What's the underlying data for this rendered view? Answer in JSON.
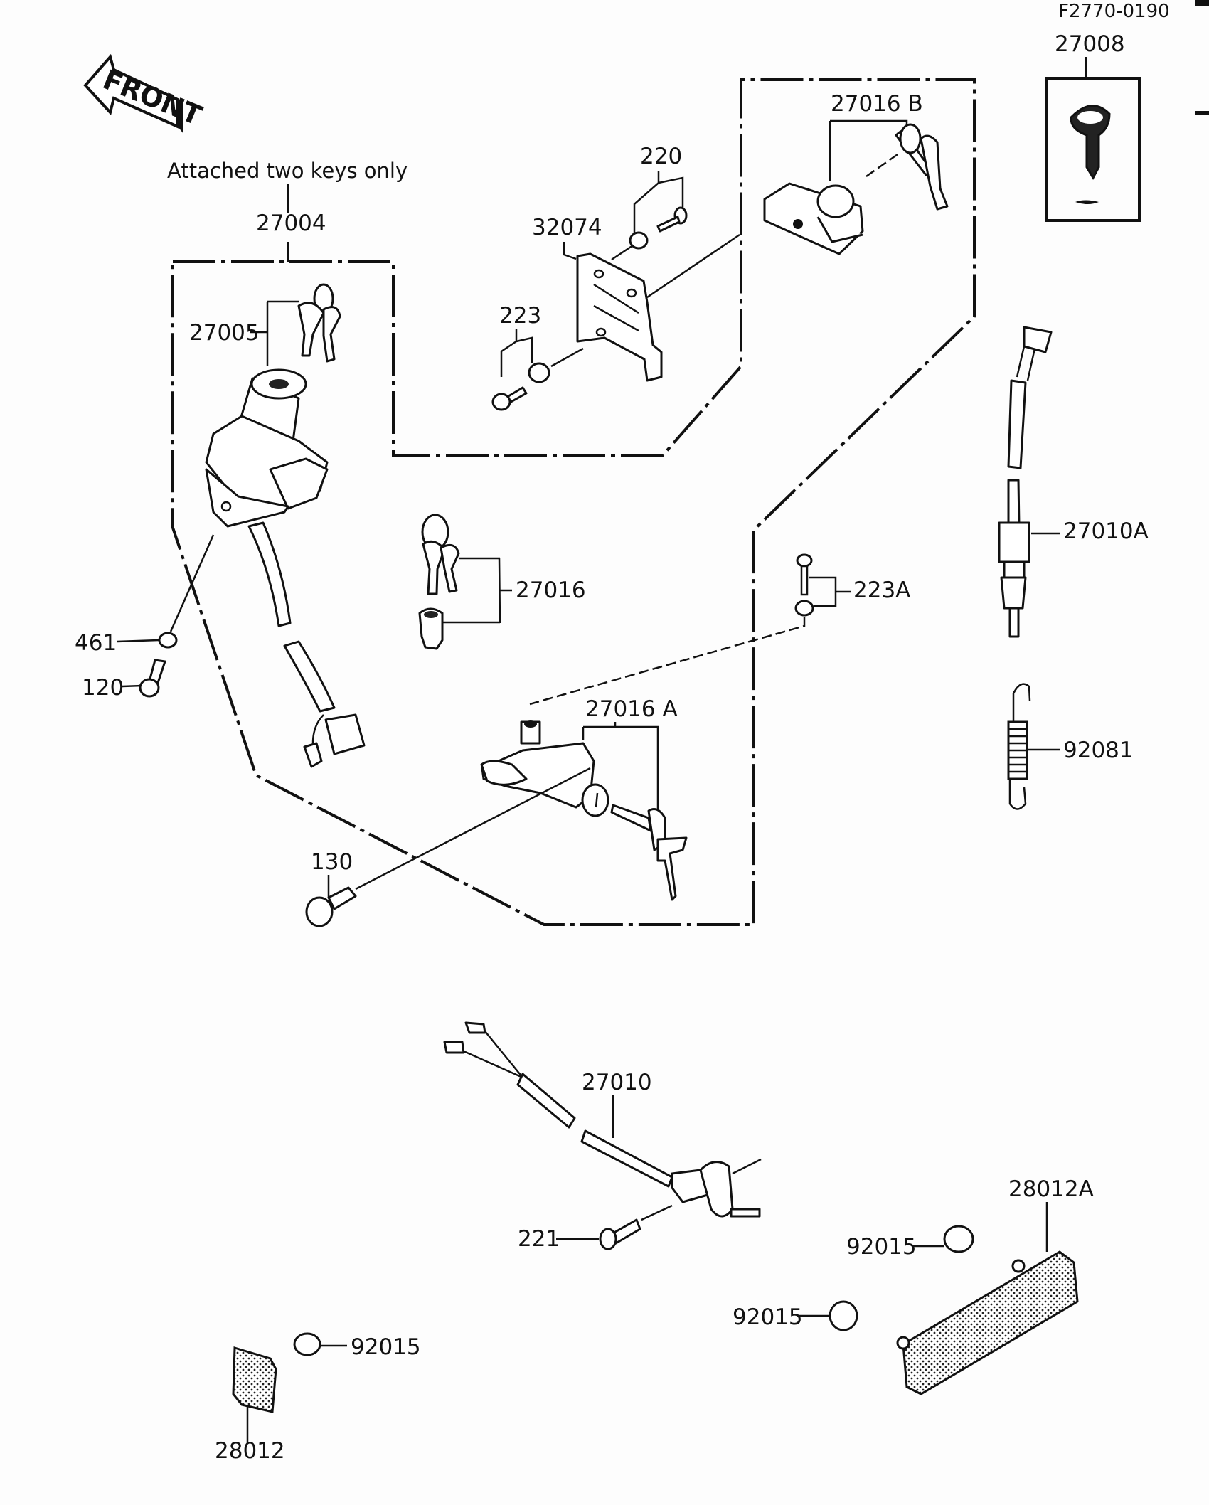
{
  "diagram": {
    "reference_code": "F2770-0190",
    "direction_indicator": "FRONT",
    "note": "Attached two keys only",
    "parts": [
      {
        "id": "27008",
        "description": "key blank (boxed)"
      },
      {
        "id": "27016B",
        "display": "27016 B",
        "description": "seat lock with keys"
      },
      {
        "id": "220",
        "description": "screw with washer"
      },
      {
        "id": "32074",
        "description": "bracket"
      },
      {
        "id": "223",
        "description": "screw with washer"
      },
      {
        "id": "27004",
        "description": "ignition switch assembly"
      },
      {
        "id": "27005",
        "description": "ignition keys"
      },
      {
        "id": "27016",
        "description": "key set with lock cylinder"
      },
      {
        "id": "223A",
        "description": "screw with washer"
      },
      {
        "id": "27010A",
        "description": "switch with lead"
      },
      {
        "id": "461",
        "description": "washer"
      },
      {
        "id": "120",
        "description": "bolt"
      },
      {
        "id": "92081",
        "description": "spring"
      },
      {
        "id": "27016A",
        "display": "27016 A",
        "description": "helmet lock with keys"
      },
      {
        "id": "130",
        "description": "bolt"
      },
      {
        "id": "27010",
        "description": "switch with leads"
      },
      {
        "id": "221",
        "description": "screw"
      },
      {
        "id": "28012A",
        "description": "reflector, long"
      },
      {
        "id": "92015a",
        "display": "92015",
        "description": "nut"
      },
      {
        "id": "92015b",
        "display": "92015",
        "description": "nut"
      },
      {
        "id": "92015c",
        "display": "92015",
        "description": "nut"
      },
      {
        "id": "28012",
        "description": "reflector, small"
      }
    ]
  }
}
